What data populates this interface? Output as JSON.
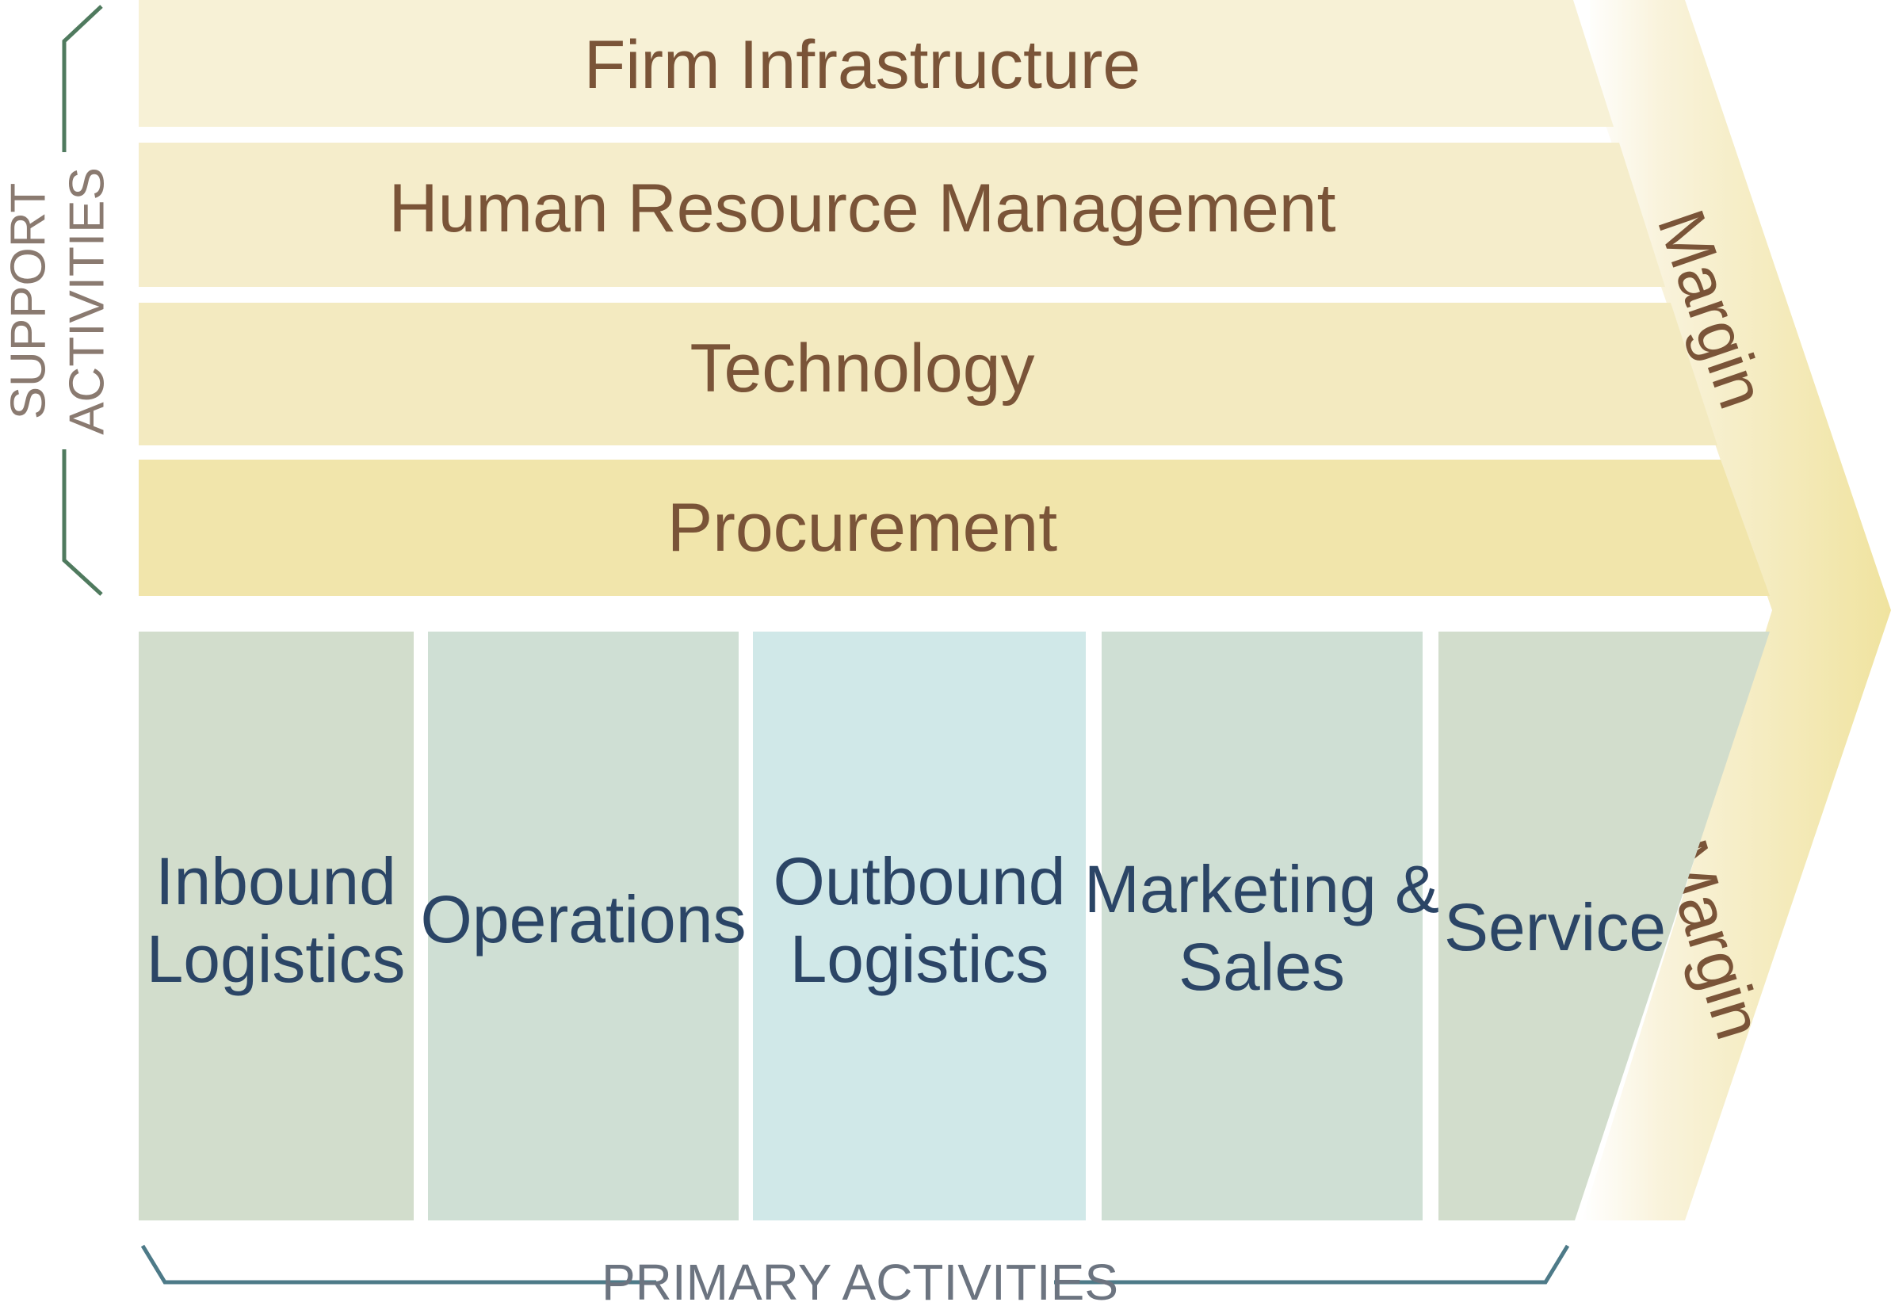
{
  "support": {
    "label_line1": "SUPPORT",
    "label_line2": "ACTIVITIES",
    "rows": [
      {
        "label": "Firm Infrastructure"
      },
      {
        "label": "Human Resource Management"
      },
      {
        "label": "Technology"
      },
      {
        "label": "Procurement"
      }
    ]
  },
  "primary": {
    "label": "PRIMARY ACTIVITIES",
    "columns": [
      {
        "lines": [
          "Inbound",
          "Logistics"
        ]
      },
      {
        "lines": [
          "Operations"
        ]
      },
      {
        "lines": [
          "Outbound",
          "Logistics"
        ]
      },
      {
        "lines": [
          "Marketing &",
          "Sales"
        ]
      },
      {
        "lines": [
          "Service"
        ]
      }
    ]
  },
  "margin": {
    "top_label": "Margin",
    "bottom_label": "Margin"
  },
  "colors": {
    "support_rows": [
      "#f7f1d6",
      "#f5edcb",
      "#f3eac0",
      "#f1e5ab"
    ],
    "primary_columns": [
      "#d2ddcc",
      "#cfdfd4",
      "#d0e8e8",
      "#cfdfd4",
      "#d2ddcc"
    ],
    "support_text": "#7a5438",
    "primary_text": "#2b4566",
    "support_bracket": "#4f7a5e",
    "primary_bracket": "#4d7a88"
  }
}
